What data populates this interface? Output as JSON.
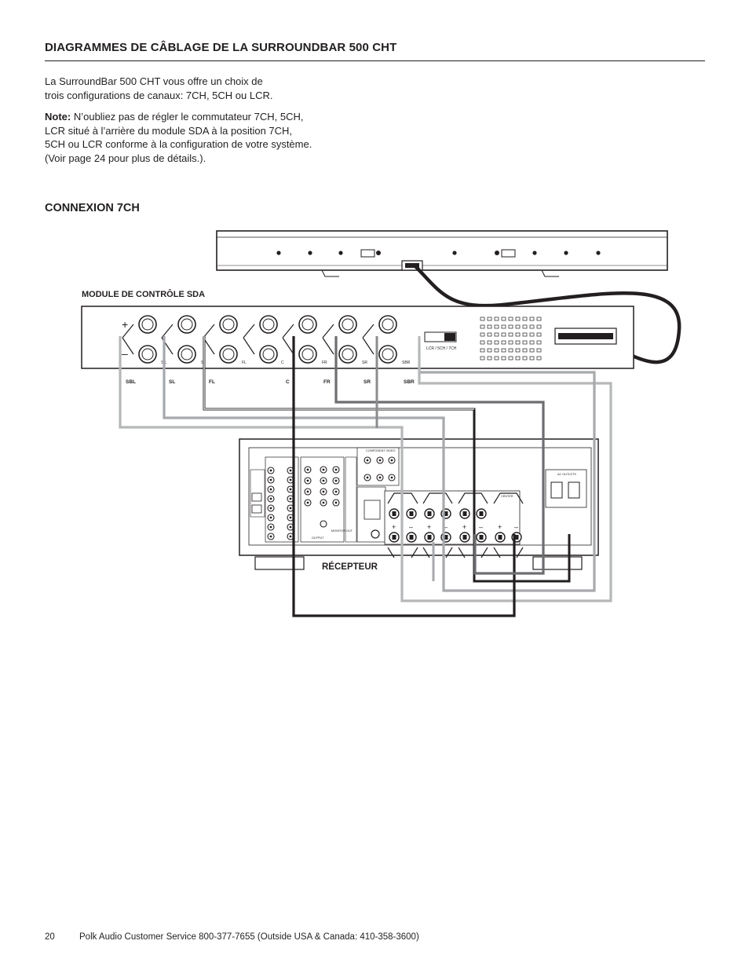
{
  "heading": "DIAGRAMMES DE CÂBLAGE DE LA SURROUNDBAR 500 CHT",
  "intro": {
    "line1": "La SurroundBar 500 CHT vous offre un choix de",
    "line2": "trois configurations de canaux: 7CH, 5CH ou LCR."
  },
  "note": {
    "label": "Note:",
    "line1": " N’oubliez pas de régler le commutateur 7CH, 5CH,",
    "line2": "LCR situé à l’arrière du module SDA à la position 7CH,",
    "line3": "5CH ou LCR conforme à la configuration de votre système.",
    "line4": "(Voir page 24 pour plus de détails.)."
  },
  "section_title": "CONNEXION 7CH",
  "diagram": {
    "module_label": "MODULE DE CONTRÔLE SDA",
    "receiver_label": "RÉCEPTEUR",
    "switch_label": "LCR / 5CH / 7CH",
    "plus_sign": "+",
    "minus_sign": "–",
    "channels": [
      "SBL",
      "SL",
      "FL",
      "C",
      "FR",
      "SR",
      "SBR"
    ],
    "terminal_labels": [
      "S L",
      "S",
      "FL",
      "C",
      "FR",
      "SR",
      "SBR"
    ],
    "receiver_texts": {
      "component_video": "COMPONENT VIDEO",
      "center": "CENTER",
      "ac_outlets": "AC OUTLETS",
      "output": "OUTPUT",
      "monitor_out": "MONITOR OUT"
    },
    "colors": {
      "black_cable": "#231f20",
      "dark_gray_cable": "#6d6e71",
      "mid_gray_cable": "#8a8c8e",
      "light_gray_cable": "#b5b7b9"
    }
  },
  "footer": {
    "page_number": "20",
    "service_text": "Polk Audio Customer Service 800-377-7655 (Outside USA & Canada: 410-358-3600)"
  }
}
